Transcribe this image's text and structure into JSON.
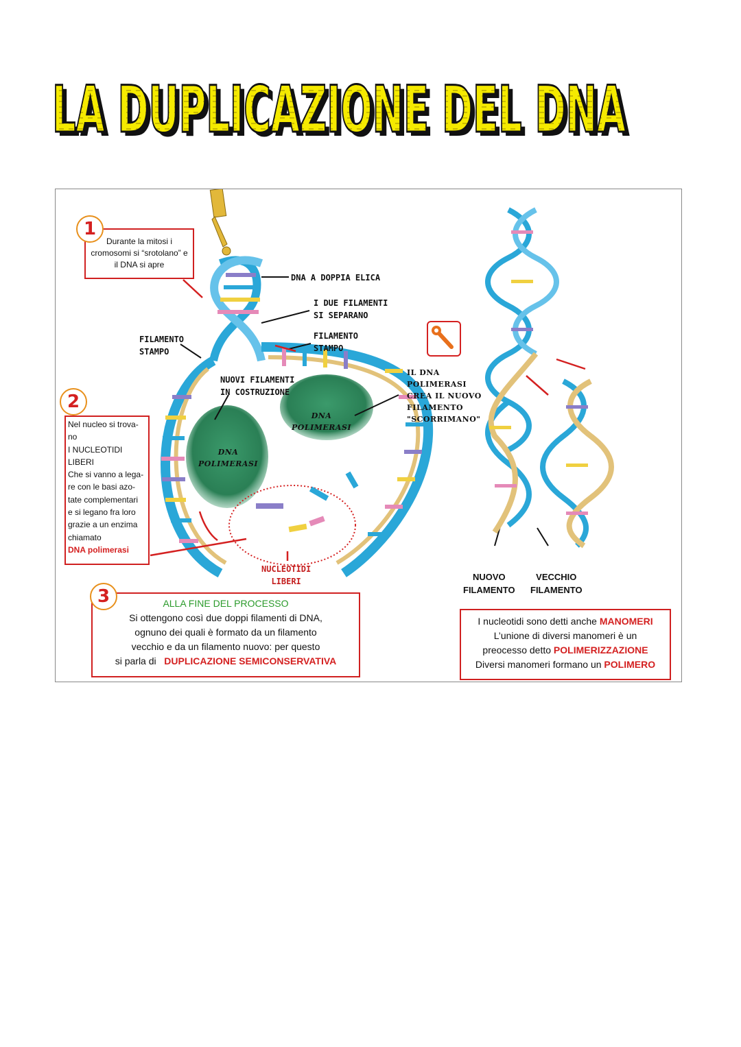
{
  "title": "LA DUPLICAZIONE DEL DNA",
  "colors": {
    "title_fill": "#f5ea00",
    "title_stroke": "#111111",
    "accent_red": "#d42020",
    "accent_green": "#2a9a2a",
    "helix_blue": "#2aa7d8",
    "helix_gold": "#e2c27a",
    "polymerase_green": "#2e8a5c"
  },
  "step1": {
    "number": "1",
    "lines": [
      "Durante la mitosi i",
      "cromosomi si “srotolano” e",
      "il DNA si apre"
    ]
  },
  "step2": {
    "number": "2",
    "lines": [
      "Nel nucleo si trova-",
      "no",
      "I NUCLEOTIDI",
      "LIBERI",
      "Che si vanno a lega-",
      "re con le basi azo-",
      "tate complementari",
      "e si legano fra loro",
      "grazie a un enzima",
      "chiamato"
    ],
    "highlight": "DNA polimerasi"
  },
  "step3": {
    "number": "3",
    "heading": "ALLA FINE DEL PROCESSO",
    "lines": [
      "Si ottengono così  due doppi filamenti di DNA,",
      "ognuno dei quali è formato da un filamento",
      "vecchio e da un filamento nuovo: per questo"
    ],
    "last_prefix": "si parla di",
    "highlight": "DUPLICAZIONE SEMICONSERVATIVA"
  },
  "monomers": {
    "l1_prefix": "I nucleotidi sono detti anche ",
    "l1_highlight": "MANOMERI",
    "l2": "L’unione di diversi manomeri è un",
    "l3_prefix": "preocesso detto ",
    "l3_highlight": "POLIMERIZZAZIONE",
    "l4_prefix": "Diversi  manomeri formano un ",
    "l4_highlight": "POLIMERO"
  },
  "labels": {
    "double_helix": "DNA A DOPPIA ELICA",
    "separate_l1": "I DUE FILAMENTI",
    "separate_l2": "SI SEPARANO",
    "template_right_l1": "FILAMENTO",
    "template_right_l2": "STAMPO",
    "template_left_l1": "FILAMENTO",
    "template_left_l2": "STAMPO",
    "new_strands_l1": "NUOVI FILAMENTI",
    "new_strands_l2": "IN COSTRUZIONE",
    "polymerase_l1": "DNA",
    "polymerase_l2": "POLIMERASI",
    "polymerase2_l1": "DNA",
    "polymerase2_l2": "POLIMERASI",
    "creates_l1": "IL DNA",
    "creates_l2": "POLIMERASI",
    "creates_l3": "CREA IL NUOVO",
    "creates_l4": "FILAMENTO",
    "creates_l5": "\"SCORRIMANO\"",
    "free_nucleotides_l1": "NUCLEOTIDI",
    "free_nucleotides_l2": "LIBERI",
    "new_strand_l1": "NUOVO",
    "new_strand_l2": "FILAMENTO",
    "old_strand_l1": "VECCHIO",
    "old_strand_l2": "FILAMENTO"
  },
  "icons": {
    "tool": "wrench-icon",
    "zipper": "zipper-icon"
  }
}
